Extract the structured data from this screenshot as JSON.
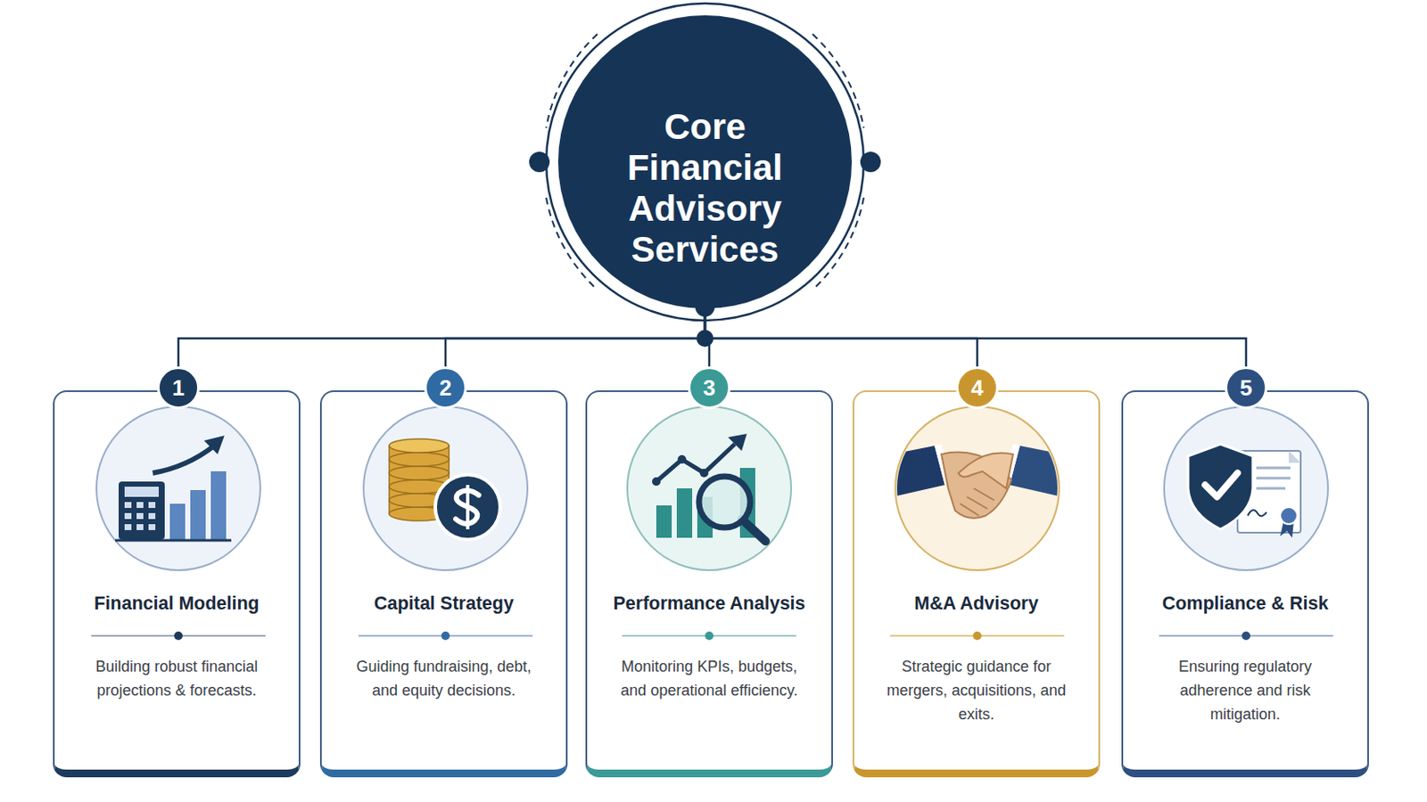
{
  "diagram": {
    "nodes": [
      {
        "text": [
          "Core Financial Advisory Services"
        ]
      },
      {
        "text": [
          "Financial Modeling",
          "Building robust financial projections & forecasts."
        ]
      },
      {
        "text": [
          "1"
        ],
        "in": 1
      },
      {
        "text": [
          "Capital Strategy",
          "Guiding fundraising, debt, and equity decisions."
        ]
      },
      {
        "text": [
          "2"
        ],
        "in": 3
      },
      {
        "text": [
          "Performance Analysis",
          "Monitoring KPIs, budgets, and operational efficiency."
        ]
      },
      {
        "text": [
          "3"
        ],
        "in": 5
      },
      {
        "text": [
          "M&A Advisory",
          "Strategic guidance for mergers, acquisitions, and exits."
        ]
      },
      {
        "text": [
          "4"
        ],
        "in": 7
      },
      {
        "text": [
          "Compliance & Risk",
          "Ensuring regulatory adherence and risk mitigation."
        ]
      },
      {
        "text": [
          "5"
        ],
        "in": 9
      }
    ],
    "edges": [
      {
        "from": 0,
        "to": 2,
        "arrow": "none"
      },
      {
        "from": 0,
        "to": 4,
        "arrow": "none"
      },
      {
        "from": 0,
        "to": 6,
        "arrow": "none"
      },
      {
        "from": 0,
        "to": 8,
        "arrow": "none"
      },
      {
        "from": 0,
        "to": 10,
        "arrow": "none"
      }
    ]
  }
}
